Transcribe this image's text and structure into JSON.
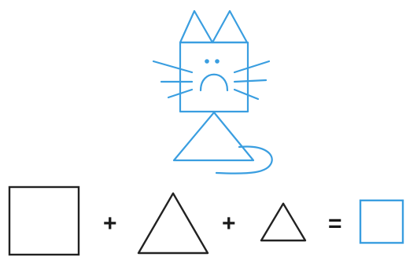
{
  "colors": {
    "cat_line": "#3a9ee0",
    "shape_line": "#222222",
    "answer_box": "#3a9ee0",
    "operator": "#1a1a1a"
  },
  "cat": {
    "parts": [
      "ear",
      "ear",
      "square-head",
      "eye",
      "eye",
      "sad-mouth",
      "whisker",
      "whisker",
      "whisker",
      "whisker",
      "whisker",
      "whisker",
      "triangle-body",
      "tail"
    ]
  },
  "equation": {
    "terms": [
      "big-square",
      "big-triangle",
      "small-triangle",
      "answer-box"
    ],
    "op_plus_1": "+",
    "op_plus_2": "+",
    "op_equals": "="
  }
}
